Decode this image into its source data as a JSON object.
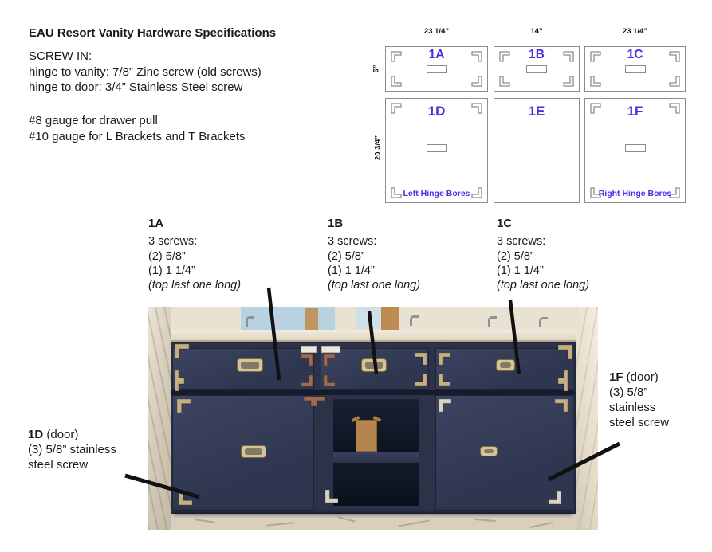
{
  "header": {
    "title": "EAU Resort Vanity Hardware Specifications",
    "para1": [
      "SCREW IN:",
      "hinge to vanity: 7/8” Zinc screw (old screws)",
      "hinge to door: 3/4” Stainless Steel screw"
    ],
    "para2": [
      "#8 gauge for drawer pull",
      "#10 gauge for L Brackets and T Brackets"
    ]
  },
  "diagram": {
    "accent_color": "#4e2ce8",
    "outline_color": "#8c8c8c",
    "side_labels": {
      "top_row": "6”",
      "bottom_row": "20 3/4”"
    },
    "panels": [
      {
        "id": "1A",
        "width_label": "23 1/4”"
      },
      {
        "id": "1B",
        "width_label": "14”"
      },
      {
        "id": "1C",
        "width_label": "23 1/4”"
      },
      {
        "id": "1D",
        "note": "Left Hinge Bores"
      },
      {
        "id": "1E"
      },
      {
        "id": "1F",
        "note": "Right Hinge Bores"
      }
    ]
  },
  "callouts": {
    "columns": [
      {
        "id": "1A",
        "lines": [
          "3 screws:",
          "(2) 5/8”",
          "(1) 1 1/4”"
        ],
        "italic_note": "(top last one long)"
      },
      {
        "id": "1B",
        "lines": [
          "3 screws:",
          "(2) 5/8”",
          "(1) 1 1/4”"
        ],
        "italic_note": "(top last one long)"
      },
      {
        "id": "1C",
        "lines": [
          "3 screws:",
          "(2) 5/8”",
          "(1) 1 1/4”"
        ],
        "italic_note": "(top last one long)"
      }
    ],
    "left_door": {
      "id": "1D",
      "suffix": " (door)",
      "lines": [
        "(3) 5/8” stainless",
        "steel screw"
      ]
    },
    "right_door": {
      "id": "1F",
      "suffix": " (door)",
      "lines": [
        "(3) 5/8”",
        "stainless",
        "steel screw"
      ]
    }
  },
  "photo_colors": {
    "cabinet_navy": "#2c3349",
    "hardware_brass": "#c6ae7e",
    "marble": "#e7e0d1",
    "annotation_line": "#111111"
  }
}
